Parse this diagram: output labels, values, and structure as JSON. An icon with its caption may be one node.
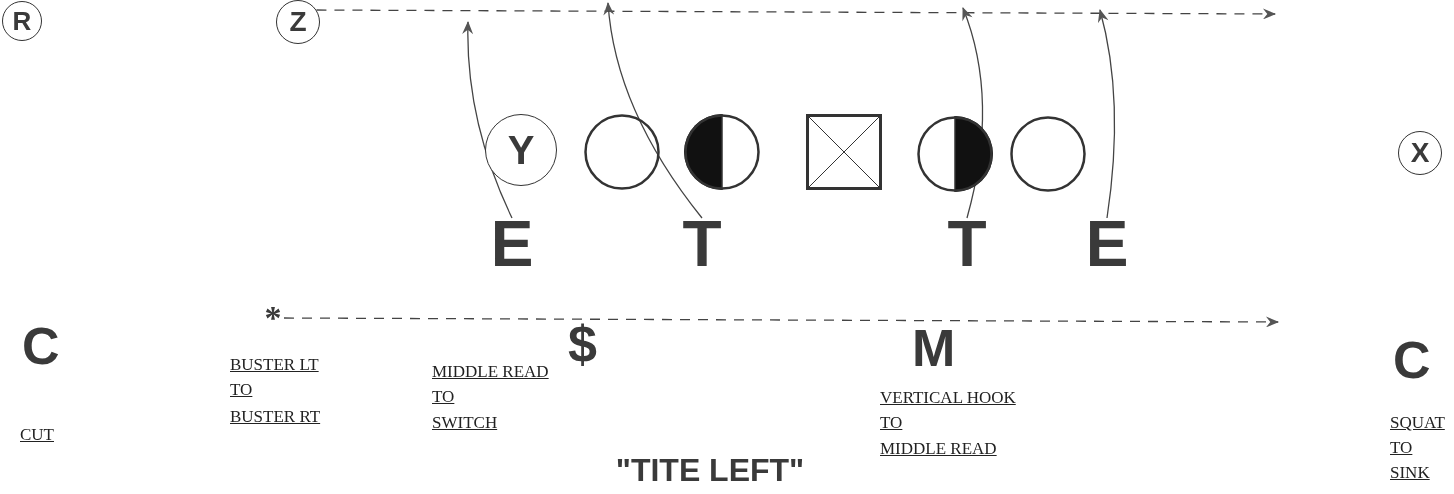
{
  "diagram": {
    "title": "\"TITE LEFT\"",
    "nodes": [
      {
        "text": [
          "R"
        ]
      },
      {
        "text": [
          "Z"
        ]
      },
      {
        "text": [
          "Y"
        ]
      },
      {
        "text": [],
        "shape": "circle"
      },
      {
        "text": [],
        "shape": "circle"
      },
      {
        "text": [],
        "shape": "box"
      },
      {
        "text": [],
        "shape": "circle"
      },
      {
        "text": [],
        "shape": "circle"
      },
      {
        "text": [
          "X"
        ]
      },
      {
        "text": [
          "E"
        ]
      },
      {
        "text": [
          "T"
        ]
      },
      {
        "text": [
          "T"
        ]
      },
      {
        "text": [
          "E"
        ]
      },
      {
        "text": [
          "*"
        ]
      }
    ],
    "edges": [
      {
        "from": 1,
        "to": null,
        "arrow": "to",
        "style": "dashed"
      },
      {
        "from": 9,
        "to": null,
        "arrow": "to"
      },
      {
        "from": 10,
        "to": null,
        "arrow": "to"
      },
      {
        "from": 11,
        "to": null,
        "arrow": "to"
      },
      {
        "from": 12,
        "to": null,
        "arrow": "to"
      },
      {
        "from": 13,
        "to": null,
        "arrow": "to",
        "style": "dashed"
      }
    ],
    "labels": [
      "C",
      "CUT",
      "BUSTER LT",
      "TO",
      "BUSTER RT",
      "$",
      "MIDDLE READ",
      "TO",
      "SWITCH",
      "M",
      "VERTICAL HOOK",
      "TO",
      "MIDDLE READ",
      "C",
      "SQUAT",
      "TO",
      "SINK"
    ]
  }
}
